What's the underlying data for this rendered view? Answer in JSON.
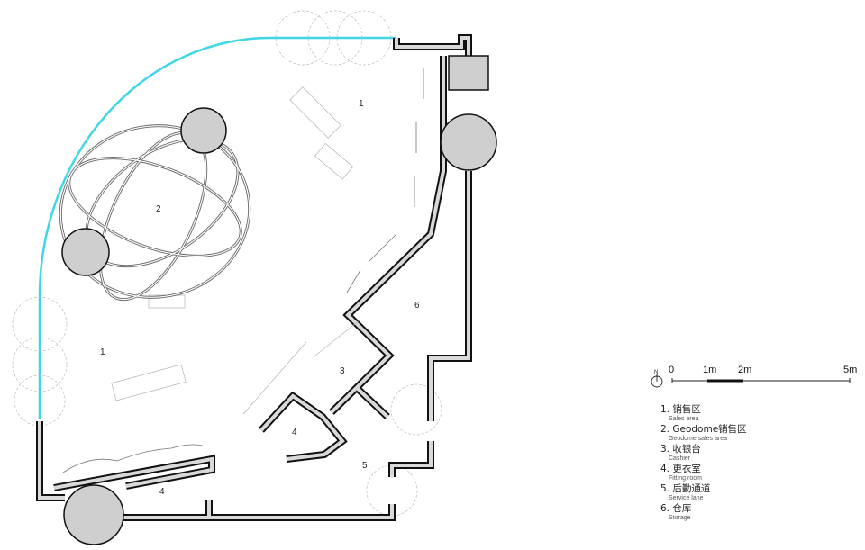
{
  "plan_labels": {
    "sales_top": "1",
    "geodome": "2",
    "sales_left": "1",
    "storage": "6",
    "cashier": "3",
    "fitting_center": "4",
    "service": "5",
    "fitting_bottom": "4"
  },
  "north_label": "N",
  "scale_bar": {
    "ticks": [
      "0",
      "1m",
      "2m",
      "5m"
    ]
  },
  "legend": [
    {
      "zh": "1. 销售区",
      "en": "Sales area"
    },
    {
      "zh": "2. Geodome销售区",
      "en": "Geodome sales area"
    },
    {
      "zh": "3. 收银台",
      "en": "Cashier"
    },
    {
      "zh": "4. 更衣室",
      "en": "Fitting room"
    },
    {
      "zh": "5. 后勤通道",
      "en": "Service lane"
    },
    {
      "zh": "6. 仓库",
      "en": "Storage"
    }
  ],
  "colors": {
    "glass": "#3fd6e6",
    "wall_fill": "#d9d9d9",
    "column": "#cfcfcf"
  }
}
